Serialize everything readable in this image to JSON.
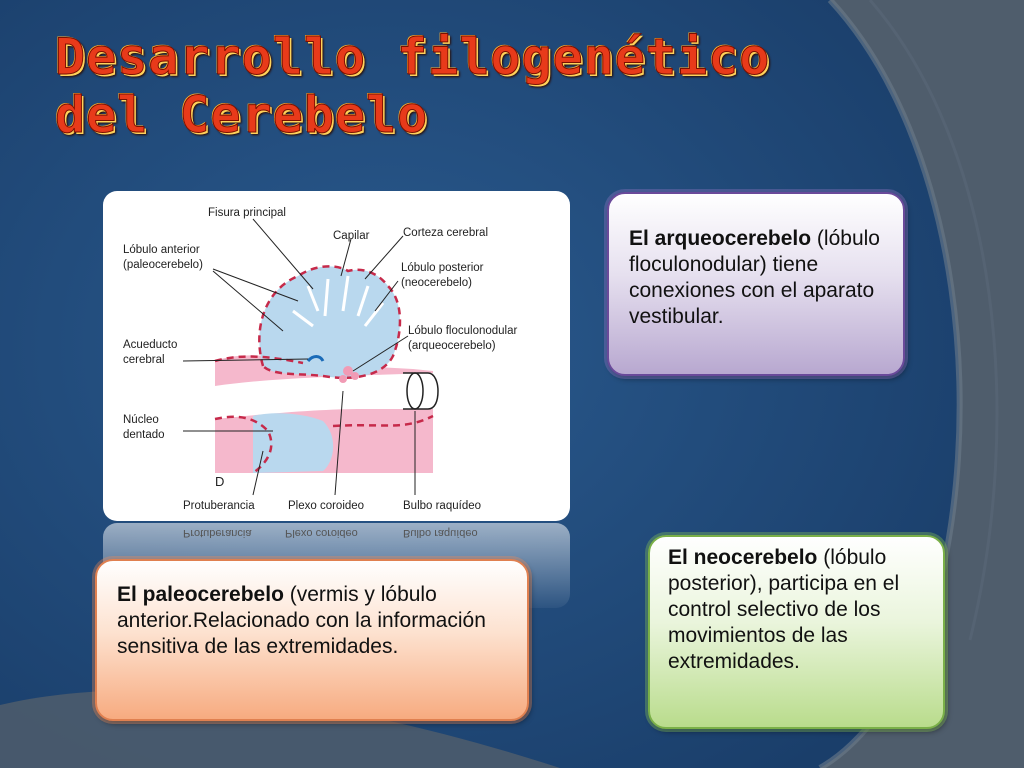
{
  "slide": {
    "title": "Desarrollo filogenético del Cerebelo",
    "colors": {
      "background_dark": "#1e4a7c",
      "background_side": "#4a5a6b",
      "title_red": "#e83a1a",
      "arqueo_border": "#6a4a9a",
      "neo_border": "#7ab048",
      "paleo_border": "#e08050"
    }
  },
  "diagram": {
    "labels": {
      "fisura_principal": "Fisura principal",
      "capilar": "Capilar",
      "corteza_cerebral": "Corteza cerebral",
      "lobulo_anterior_1": "Lóbulo anterior",
      "lobulo_anterior_2": "(paleocerebelo)",
      "lobulo_posterior_1": "Lóbulo posterior",
      "lobulo_posterior_2": "(neocerebelo)",
      "acueducto_1": "Acueducto",
      "acueducto_2": "cerebral",
      "floculonodular_1": "Lóbulo floculonodular",
      "floculonodular_2": "(arqueocerebelo)",
      "nucleo_1": "Núcleo",
      "nucleo_2": "dentado",
      "panel_letter": "D",
      "protuberancia": "Protuberancia",
      "plexo": "Plexo coroideo",
      "bulbo": "Bulbo raquídeo"
    }
  },
  "boxes": {
    "arqueo": {
      "term": "El arqueocerebelo",
      "text": "(lóbulo floculonodular) tiene conexiones con el aparato vestibular."
    },
    "neo": {
      "term": "El neocerebelo",
      "text": "(lóbulo posterior), participa en el control selectivo de los movimientos de las extremidades."
    },
    "paleo": {
      "term": "El paleocerebelo",
      "text": " (vermis y lóbulo anterior.Relacionado con la información sensitiva de las extremidades."
    }
  }
}
